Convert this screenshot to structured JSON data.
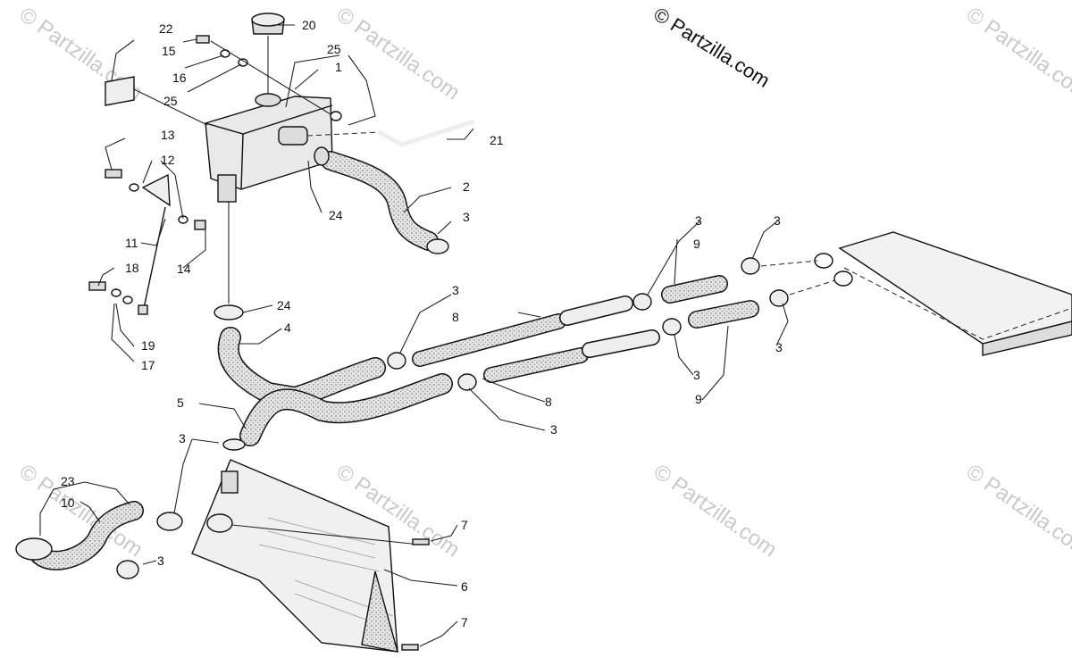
{
  "copyright": "© Partzilla.com",
  "watermark": "© Partzilla.com",
  "callouts": [
    "1",
    "2",
    "3",
    "4",
    "5",
    "6",
    "7",
    "8",
    "9",
    "10",
    "11",
    "12",
    "13",
    "14",
    "15",
    "16",
    "17",
    "18",
    "19",
    "20",
    "21",
    "22",
    "23",
    "24",
    "25"
  ],
  "colors": {
    "ink": "#111111",
    "watermark": "#c9c9c9",
    "hose_fill": "#d9d9d9",
    "background": "#ffffff"
  }
}
